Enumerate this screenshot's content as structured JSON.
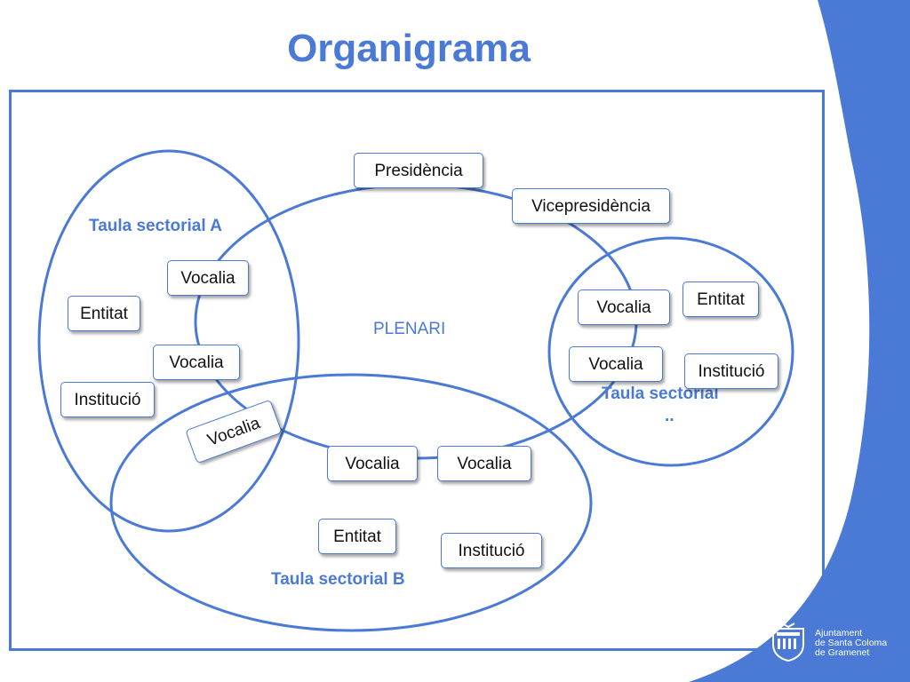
{
  "title": "Organigrama",
  "plenari_label": "PLENARI",
  "groups": {
    "a": "Taula sectorial A",
    "b": "Taula sectorial B",
    "c_line1": "Taula sectorial",
    "c_line2": ".."
  },
  "boxes": {
    "presidencia": "Presidència",
    "vicepresidencia": "Vicepresidència",
    "vocalia": "Vocalia",
    "entitat": "Entitat",
    "institucio": "Institució"
  },
  "logo": {
    "line1": "Ajuntament",
    "line2": "de Santa Coloma",
    "line3": "de Gramenet"
  },
  "colors": {
    "accent": "#4a7ad6",
    "side_band": "#4a7ad6",
    "box_border": "#4a7ad6",
    "box_text": "#111111"
  }
}
